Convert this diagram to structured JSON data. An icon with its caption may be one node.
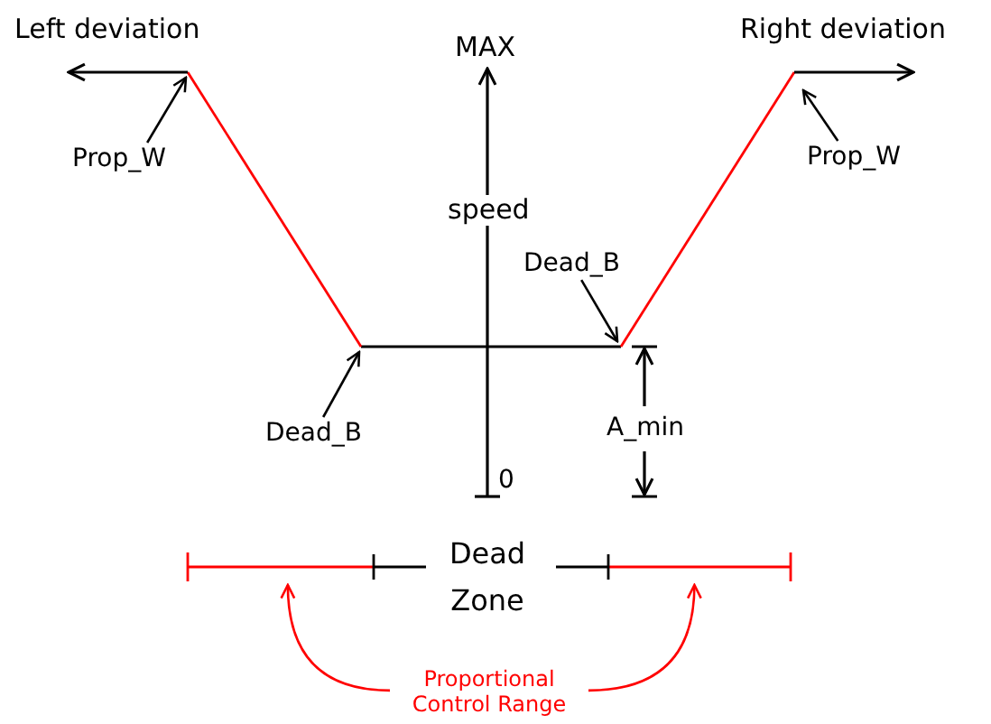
{
  "diagram": {
    "nodes": [
      {
        "text": [
          "Prop_W"
        ]
      },
      {
        "text": [
          "Prop_W"
        ]
      },
      {
        "text": [
          "Dead_B"
        ]
      },
      {
        "text": [
          "Dead_B"
        ]
      },
      {
        "text": [],
        "shape": "bar"
      },
      {
        "text": [],
        "shape": "bar"
      },
      {
        "text": [
          "Proportional Control Range"
        ]
      }
    ],
    "edges": [
      {
        "from": 0,
        "to": null,
        "arrow": "to"
      },
      {
        "from": 1,
        "to": null,
        "arrow": "to"
      },
      {
        "from": 2,
        "to": null,
        "arrow": "to"
      },
      {
        "from": 3,
        "to": null,
        "arrow": "to"
      },
      {
        "from": 6,
        "to": 4,
        "arrow": "to",
        "color": "#ff0000"
      },
      {
        "from": 6,
        "to": 5,
        "arrow": "to",
        "color": "#ff0000"
      }
    ],
    "labels": [
      "Left deviation",
      "MAX",
      "Right deviation",
      "speed",
      "A_min",
      "0",
      "Dead Zone"
    ]
  }
}
